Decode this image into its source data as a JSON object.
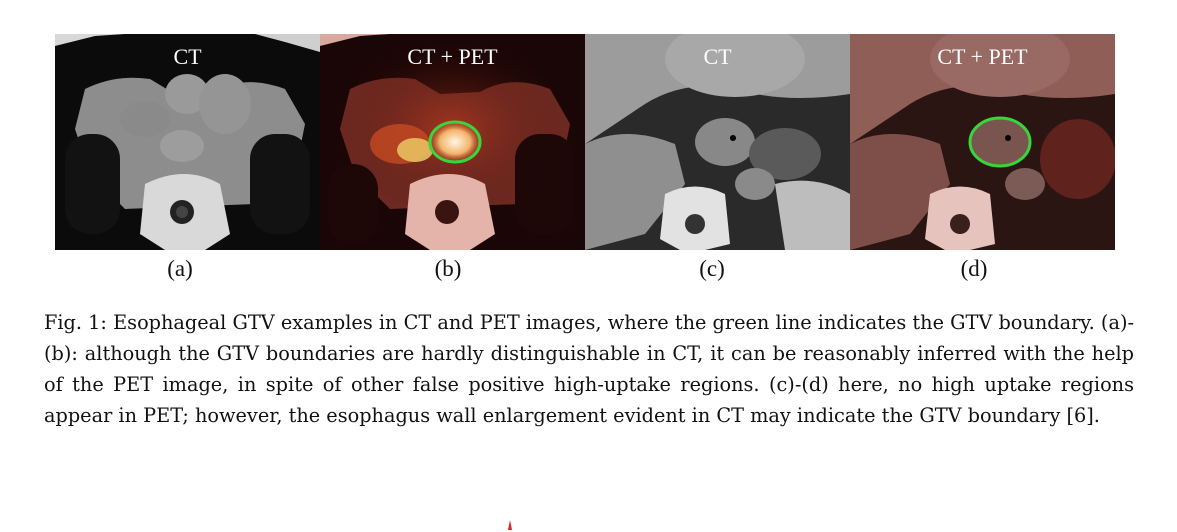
{
  "figure": {
    "panels": [
      {
        "title": "CT",
        "label": "(a)"
      },
      {
        "title": "CT + PET",
        "label": "(b)"
      },
      {
        "title": "CT",
        "label": "(c)"
      },
      {
        "title": "CT + PET",
        "label": "(d)"
      }
    ],
    "contour_color": "#39d53a"
  },
  "caption": {
    "prefix": "Fig. 1:",
    "text": "Esophageal GTV examples in CT and PET images, where the green line indicates the GTV boundary. (a)-(b): although the GTV boundaries are hardly distinguishable in CT, it can be reasonably inferred with the help of the PET image, in spite of other false positive high-uptake regions. (c)-(d) here, no high uptake regions appear in PET; however, the esophagus wall enlargement evident in CT may indicate the GTV boundary [6]."
  }
}
